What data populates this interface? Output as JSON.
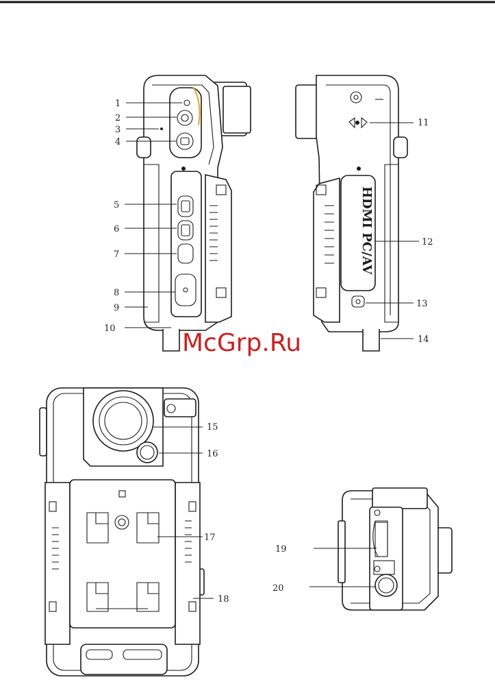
{
  "watermark": "McGrp.Ru",
  "port_label": "HDMI PC/AV",
  "callouts": [
    "1",
    "2",
    "3",
    "4",
    "5",
    "6",
    "7",
    "8",
    "9",
    "10",
    "11",
    "12",
    "13",
    "14",
    "15",
    "16",
    "17",
    "18",
    "19",
    "20"
  ]
}
